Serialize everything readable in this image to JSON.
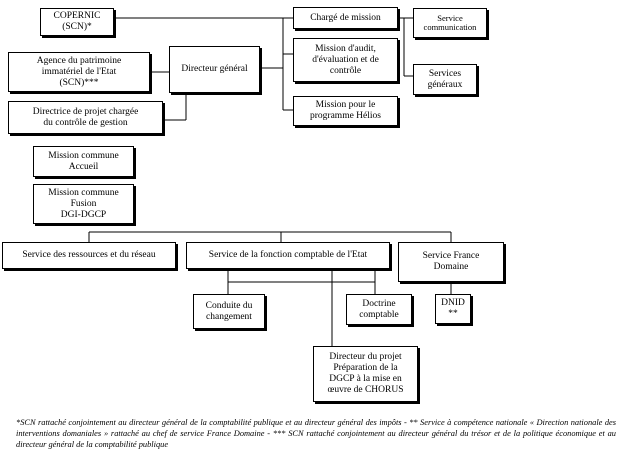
{
  "org_chart": {
    "copernic": "COPERNIC\n(SCN)*",
    "agence": "Agence du patrimoine\nimmatériel de l'Etat\n(SCN)***",
    "directrice": "Directrice de projet chargée\ndu contrôle de gestion",
    "directeur_general": "Directeur général",
    "charge_mission": "Chargé de mission",
    "mission_audit": "Mission d'audit,\nd'évaluation et de\ncontrôle",
    "mission_helios": "Mission pour le\nprogramme Hélios",
    "service_communication": "Service\ncommunication",
    "services_generaux": "Services\ngénéraux",
    "mission_accueil": "Mission commune\nAccueil",
    "mission_fusion": "Mission commune\nFusion\nDGI-DGCP",
    "service_ressources": "Service des ressources et du réseau",
    "service_comptable": "Service de la fonction comptable de l'Etat",
    "service_domaine": "Service France\nDomaine",
    "conduite": "Conduite du\nchangement",
    "doctrine": "Doctrine\ncomptable",
    "dnid": "DNID\n**",
    "directeur_projet": "Directeur du projet\nPréparation de la\nDGCP à la mise en\nœuvre de CHORUS"
  },
  "footnote": "*SCN rattaché conjointement au directeur général de la comptabilité publique et au directeur général des impôts - ** Service à compétence nationale « Direction nationale des interventions domaniales » rattaché au chef de service France Domaine - *** SCN rattaché conjointement au directeur général du trésor et de la politique économique et au directeur général de la comptabilité publique"
}
